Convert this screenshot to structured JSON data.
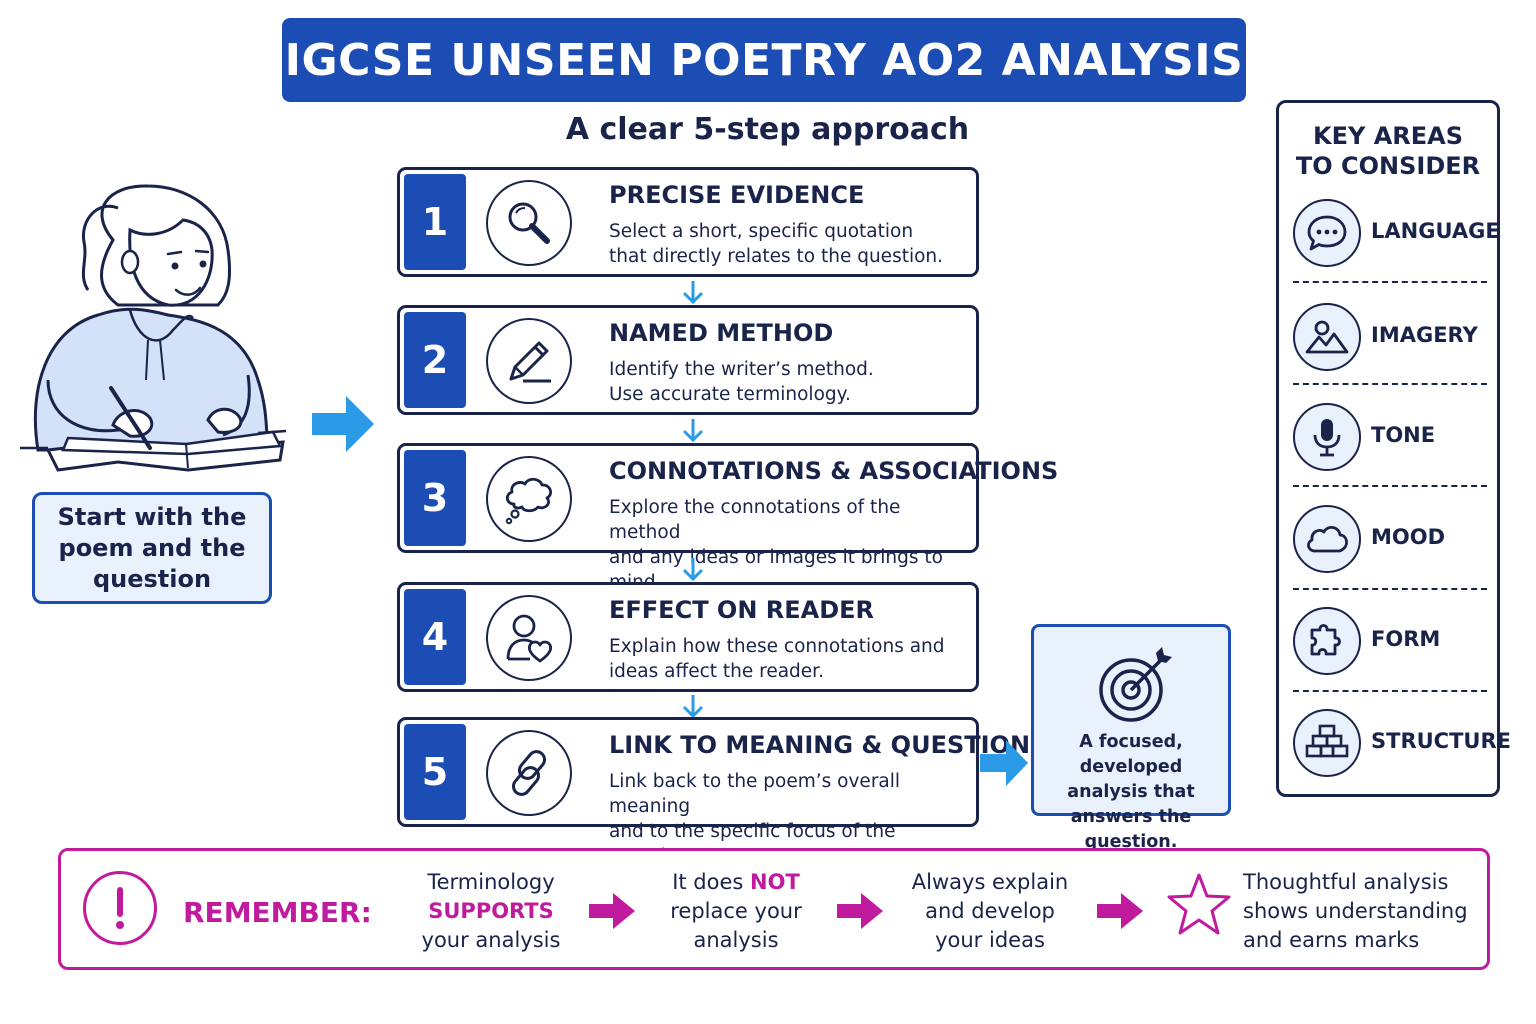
{
  "title": "IGCSE UNSEEN POETRY AO2 ANALYSIS",
  "subtitle": "A clear 5-step approach",
  "start_box": {
    "text": "Start with the poem and the question"
  },
  "steps": [
    {
      "number": "1",
      "icon": "magnifying-glass-icon",
      "title": "PRECISE EVIDENCE",
      "desc_line1": "Select a short, specific quotation",
      "desc_line2": "that directly relates to the question."
    },
    {
      "number": "2",
      "icon": "pencil-icon",
      "title": "NAMED METHOD",
      "desc_line1": "Identify the writer’s method.",
      "desc_line2": "Use accurate terminology."
    },
    {
      "number": "3",
      "icon": "thought-bubble-icon",
      "title": "CONNOTATIONS & ASSOCIATIONS",
      "desc_line1": "Explore the connotations of the method",
      "desc_line2": "and any ideas or images it brings to mind."
    },
    {
      "number": "4",
      "icon": "reader-heart-icon",
      "title": "EFFECT ON READER",
      "desc_line1": "Explain how these connotations and",
      "desc_line2": "ideas affect the reader."
    },
    {
      "number": "5",
      "icon": "chain-link-icon",
      "title": "LINK TO MEANING & QUESTION",
      "desc_line1": "Link back to the poem’s overall meaning",
      "desc_line2": "and to the specific focus of the question."
    }
  ],
  "result_box": {
    "text": "A focused, developed analysis that answers the question.",
    "icon": "target-icon"
  },
  "key_areas": {
    "title_line1": "KEY AREAS",
    "title_line2": "TO CONSIDER",
    "items": [
      {
        "label": "LANGUAGE",
        "icon": "speech-bubble-icon"
      },
      {
        "label": "IMAGERY",
        "icon": "image-icon"
      },
      {
        "label": "TONE",
        "icon": "microphone-icon"
      },
      {
        "label": "MOOD",
        "icon": "cloud-icon"
      },
      {
        "label": "FORM",
        "icon": "puzzle-icon"
      },
      {
        "label": "STRUCTURE",
        "icon": "blocks-icon"
      }
    ]
  },
  "remember": {
    "label": "REMEMBER:",
    "point1": {
      "line1": "Terminology",
      "strong": "SUPPORTS",
      "line3": "your analysis"
    },
    "point2": {
      "pre": "It does ",
      "strong": "NOT",
      "line2": "replace your",
      "line3": "analysis"
    },
    "point3": {
      "line1": "Always explain",
      "line2": "and develop",
      "line3": "your ideas"
    },
    "point4": {
      "line1": "Thoughtful analysis",
      "line2": "shows understanding",
      "line3": "and earns marks"
    }
  },
  "colors": {
    "primary": "#1b4db4",
    "navy": "#1a2349",
    "accent": "#c01a9e",
    "light": "#e8f1fc",
    "arrow": "#2b9be8"
  }
}
